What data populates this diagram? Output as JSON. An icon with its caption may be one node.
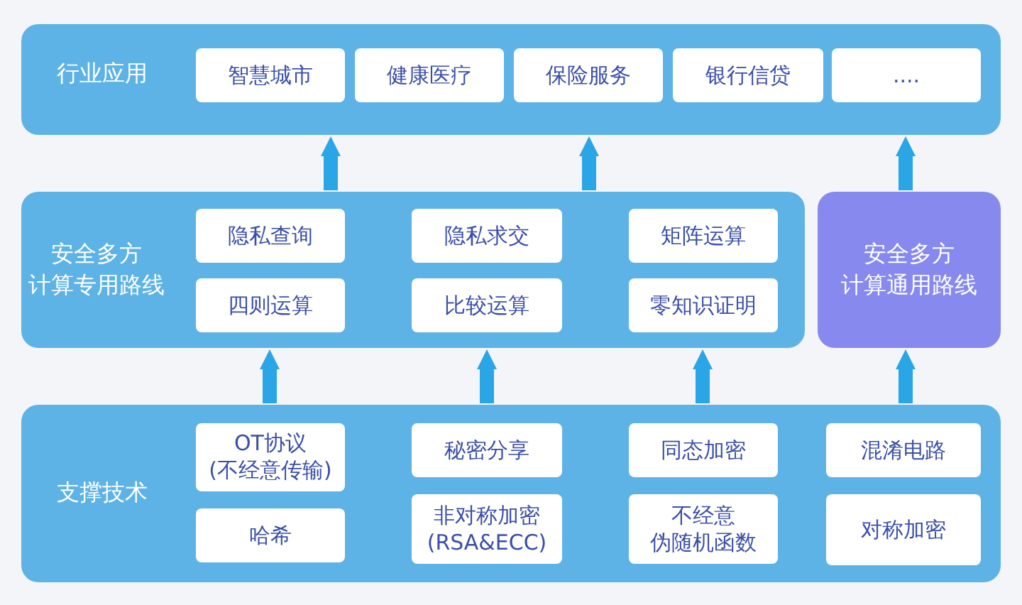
{
  "diagram": {
    "nodes": [
      {
        "text": [
          "行业应用"
        ]
      },
      {
        "text": [
          "智慧城市"
        ],
        "in": 0
      },
      {
        "text": [
          "健康医疗"
        ],
        "in": 0
      },
      {
        "text": [
          "保险服务"
        ],
        "in": 0
      },
      {
        "text": [
          "银行信贷"
        ],
        "in": 0
      },
      {
        "text": [
          "...."
        ],
        "in": 0
      },
      {
        "text": [
          "安全多方计算专用路线"
        ]
      },
      {
        "text": [
          "隐私查询"
        ],
        "in": 6
      },
      {
        "text": [
          "隐私求交"
        ],
        "in": 6
      },
      {
        "text": [
          "矩阵运算"
        ],
        "in": 6
      },
      {
        "text": [
          "四则运算"
        ],
        "in": 6
      },
      {
        "text": [
          "比较运算"
        ],
        "in": 6
      },
      {
        "text": [
          "零知识证明"
        ],
        "in": 6
      },
      {
        "text": [
          "安全多方计算通用路线"
        ]
      },
      {
        "text": [
          "支撑技术"
        ]
      },
      {
        "text": [
          "OT协议(不经意传输)"
        ],
        "in": 14
      },
      {
        "text": [
          "秘密分享"
        ],
        "in": 14
      },
      {
        "text": [
          "同态加密"
        ],
        "in": 14
      },
      {
        "text": [
          "混淆电路"
        ],
        "in": 14
      },
      {
        "text": [
          "哈希"
        ],
        "in": 14
      },
      {
        "text": [
          "非对称加密(RSA&ECC)"
        ],
        "in": 14
      },
      {
        "text": [
          "不经意伪随机函数"
        ],
        "in": 14
      },
      {
        "text": [
          "对称加密"
        ],
        "in": 14
      }
    ],
    "edges": [
      {
        "from": 6,
        "to": 0,
        "arrow": "to"
      },
      {
        "from": 6,
        "to": 0,
        "arrow": "to"
      },
      {
        "from": 13,
        "to": 0,
        "arrow": "to"
      },
      {
        "from": 14,
        "to": 6,
        "arrow": "to"
      },
      {
        "from": 14,
        "to": 6,
        "arrow": "to"
      },
      {
        "from": 14,
        "to": 6,
        "arrow": "to"
      },
      {
        "from": 14,
        "to": 13,
        "arrow": "to"
      }
    ]
  }
}
